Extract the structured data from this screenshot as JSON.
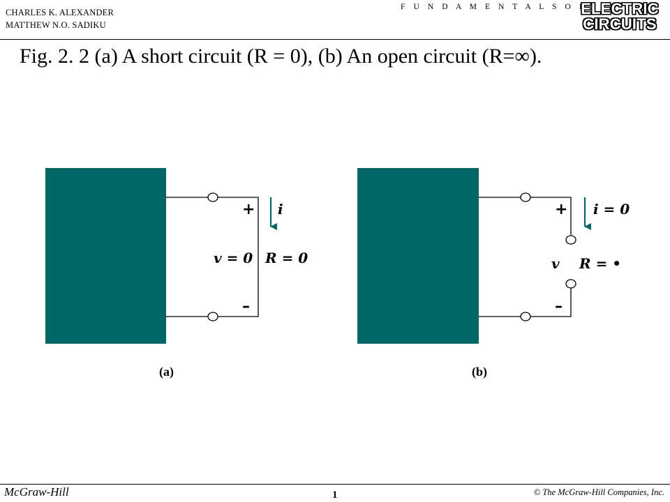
{
  "header": {
    "author_line_1": "CHARLES K. ALEXANDER",
    "author_line_2": "MATTHEW N.O. SADIKU",
    "series": "F U N D A M E N T A L S   O F",
    "logo_line_1": "ELECTRIC",
    "logo_line_2": "CIRCUITS"
  },
  "caption": "Fig. 2. 2  (a) A short circuit (R = 0),  (b) An open circuit (R=∞).",
  "diagram": {
    "box_color": "#006666",
    "arrow_color": "#006666",
    "a": {
      "plus": "+",
      "minus": "–",
      "current": "i",
      "voltage": "v = 0",
      "resistance": "R = 0",
      "sublabel": "(a)"
    },
    "b": {
      "plus": "+",
      "minus": "–",
      "current": "i = 0",
      "voltage": "v",
      "resistance": "R = •",
      "sublabel": "(b)"
    }
  },
  "footer": {
    "publisher": "McGraw-Hill",
    "page": "1",
    "copyright": "© The McGraw-Hill Companies, Inc."
  }
}
